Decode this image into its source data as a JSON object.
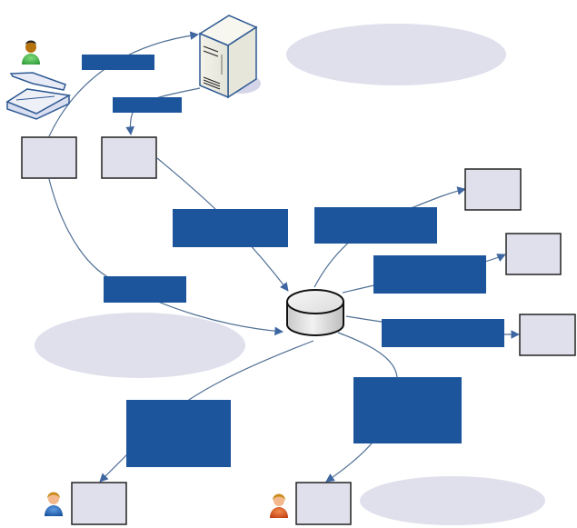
{
  "diagram": {
    "title": "",
    "colors": {
      "background": "#ffffff",
      "label_block": "#1c559c",
      "node_fill": "#dfe0ec",
      "node_stroke": "#222222",
      "ellipse_fill": "#dfe0ec",
      "edge": "#4f6f94",
      "arrowhead": "#3e66a0"
    },
    "icons": [
      {
        "id": "user-green",
        "semantic": "user-icon",
        "color": "#3aa845"
      },
      {
        "id": "scanner",
        "semantic": "scanner-icon"
      },
      {
        "id": "server",
        "semantic": "server-icon"
      },
      {
        "id": "database",
        "semantic": "database-icon"
      },
      {
        "id": "user-blue",
        "semantic": "user-icon",
        "color": "#1f5fb0"
      },
      {
        "id": "user-red",
        "semantic": "user-icon",
        "color": "#d4521d"
      }
    ],
    "nodes": [
      {
        "id": "box-input-left",
        "text": ""
      },
      {
        "id": "box-input-right",
        "text": ""
      },
      {
        "id": "box-out-1",
        "text": ""
      },
      {
        "id": "box-out-2",
        "text": ""
      },
      {
        "id": "box-out-3",
        "text": ""
      },
      {
        "id": "box-user-blue",
        "text": ""
      },
      {
        "id": "box-user-red",
        "text": ""
      }
    ],
    "labels": [
      {
        "id": "label-scan-to-server",
        "text": ""
      },
      {
        "id": "label-server-to-box",
        "text": ""
      },
      {
        "id": "label-box-to-db",
        "text": ""
      },
      {
        "id": "label-left-to-db",
        "text": ""
      },
      {
        "id": "label-db-to-out1",
        "text": ""
      },
      {
        "id": "label-db-to-out2",
        "text": ""
      },
      {
        "id": "label-db-to-out3",
        "text": ""
      },
      {
        "id": "label-db-to-user-blue",
        "text": ""
      },
      {
        "id": "label-db-to-user-red",
        "text": ""
      }
    ],
    "annotations": [
      {
        "id": "ellipse-top-right",
        "text": ""
      },
      {
        "id": "ellipse-mid-left",
        "text": ""
      },
      {
        "id": "ellipse-bottom-right",
        "text": ""
      }
    ],
    "edges": [
      {
        "from": "box-input-left",
        "to": "server",
        "via": "label-scan-to-server"
      },
      {
        "from": "server",
        "to": "box-input-right",
        "via": "label-server-to-box"
      },
      {
        "from": "box-input-right",
        "to": "database",
        "via": "label-box-to-db"
      },
      {
        "from": "box-input-left",
        "to": "database",
        "via": "label-left-to-db"
      },
      {
        "from": "database",
        "to": "box-out-1",
        "via": "label-db-to-out1"
      },
      {
        "from": "database",
        "to": "box-out-2",
        "via": "label-db-to-out2"
      },
      {
        "from": "database",
        "to": "box-out-3",
        "via": "label-db-to-out3"
      },
      {
        "from": "database",
        "to": "box-user-blue",
        "via": "label-db-to-user-blue"
      },
      {
        "from": "database",
        "to": "box-user-red",
        "via": "label-db-to-user-red"
      }
    ]
  }
}
